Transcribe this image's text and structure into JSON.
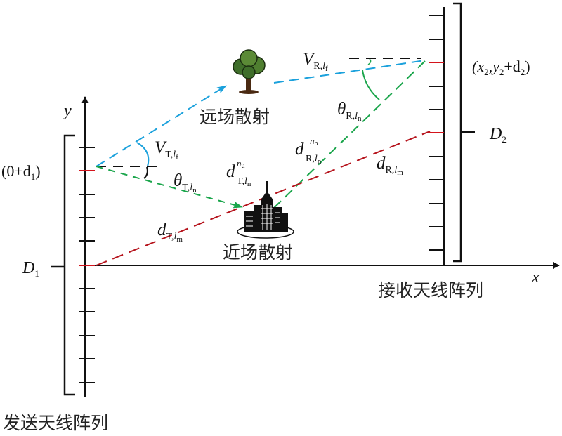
{
  "labels": {
    "y_axis": "y",
    "x_axis": "x",
    "tx_point": "(0+d",
    "tx_point_sub": "1",
    "tx_point_close": ")",
    "rx_point": "(x",
    "rx_point_mid": ",y",
    "rx_point_mid2": "+d",
    "rx_point_sub": "2",
    "rx_point_close": ")",
    "D1": "D",
    "D1_sub": "1",
    "D2": "D",
    "D2_sub": "2",
    "far_scatter": "远场散射",
    "near_scatter": "近场散射",
    "tx_array": "发送天线阵列",
    "rx_array": "接收天线阵列",
    "V_T": "V",
    "V_T_sub": "T,",
    "V_T_l": "l",
    "V_T_lsub": "f",
    "V_R": "V",
    "V_R_sub": "R,",
    "V_R_l": "l",
    "V_R_lsub": "f",
    "theta_T": "θ",
    "theta_T_sub": "T,",
    "theta_T_l": "l",
    "theta_T_lsub": "n",
    "theta_R": "θ",
    "theta_R_sub": "R,",
    "theta_R_l": "l",
    "theta_R_lsub": "n",
    "d_T_n": "d",
    "d_T_n_sup": "n",
    "d_T_n_supsub": "u",
    "d_T_n_sub": "T,",
    "d_T_n_l": "l",
    "d_T_n_lsub": "n",
    "d_R_n": "d",
    "d_R_n_sup": "n",
    "d_R_n_supsub": "b",
    "d_R_n_sub": "R,",
    "d_R_n_l": "l",
    "d_R_n_lsub": "n",
    "d_T_m": "d",
    "d_T_m_sub": "T,",
    "d_T_m_l": "l",
    "d_T_m_lsub": "m",
    "d_R_m": "d",
    "d_R_m_sub": "R,",
    "d_R_m_l": "l",
    "d_R_m_lsub": "m"
  },
  "colors": {
    "far_path": "#1ba1dc",
    "near_path": "#1aa54b",
    "los_path": "#b5121b",
    "active_element": "#d4141c"
  }
}
